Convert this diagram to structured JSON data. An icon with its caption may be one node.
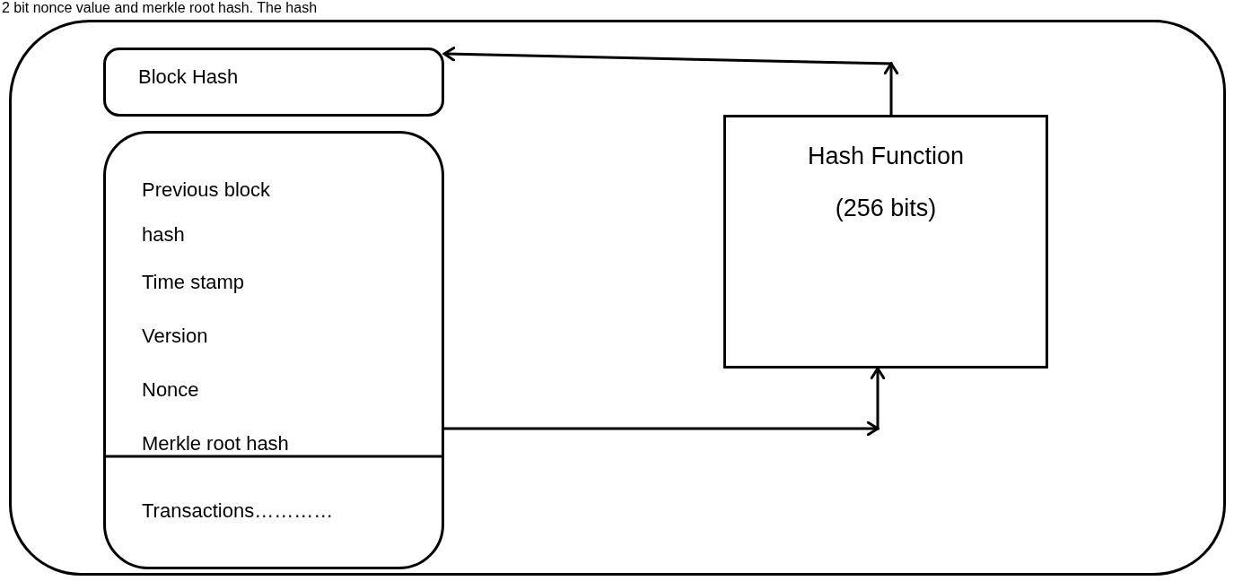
{
  "diagram": {
    "nodes": [
      {
        "text": [],
        "shape": "box"
      },
      {
        "text": [
          "Block Hash"
        ],
        "in": 0
      },
      {
        "text": [
          "Previous block hash",
          "Time stamp",
          "Version",
          "Nonce",
          "Merkle root hash",
          "Transactions…………"
        ],
        "in": 0
      },
      {
        "text": [
          "Hash Function",
          "(256 bits)"
        ],
        "in": 0
      }
    ],
    "edges": [
      {
        "from": 3,
        "to": 1,
        "arrow": "to"
      },
      {
        "from": 2,
        "to": 3,
        "arrow": "to"
      }
    ],
    "labels": [
      "2 bit nonce value and merkle root hash. The hash"
    ]
  }
}
